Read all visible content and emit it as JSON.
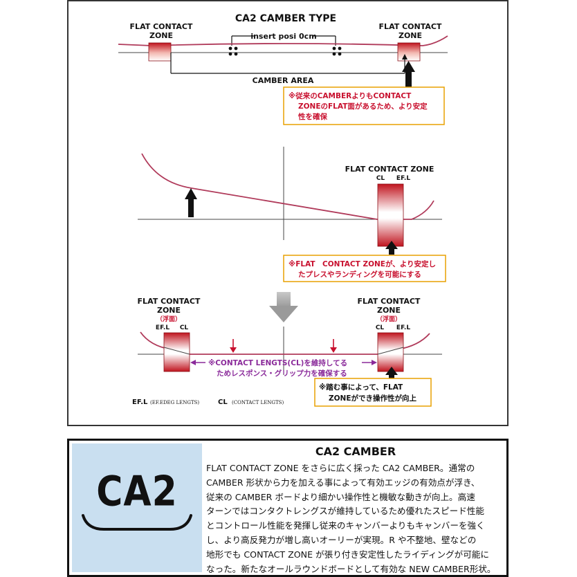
{
  "diagram": {
    "title": "CA2 CAMBER TYPE",
    "top": {
      "fcz_left": [
        "FLAT CONTACT",
        "ZONE"
      ],
      "fcz_right": [
        "FLAT CONTACT",
        "ZONE"
      ],
      "insert_label": "insert posi 0cm",
      "camber_area": "CAMBER AREA",
      "note": [
        "※従来のCAMBERよりもCONTACT",
        "ZONEのFLAT面があるため、より安定",
        "性を確保"
      ]
    },
    "middle": {
      "fcz_title": "FLAT CONTACT ZONE",
      "cl": "CL",
      "efl": "EF.L",
      "note": [
        "※FLAT　CONTACT ZONEが、より安定し",
        "たプレスやランディングを可能にする"
      ]
    },
    "bottom": {
      "fcz_left": [
        "FLAT CONTACT",
        "ZONE"
      ],
      "fcz_right": [
        "FLAT CONTACT",
        "ZONE"
      ],
      "float_left": "（浮面）",
      "float_right": "（浮面）",
      "efl_left": "EF.L",
      "cl_left": "CL",
      "cl_right": "CL",
      "efl_right": "EF.L",
      "cl_note": [
        "※CONTACT LENGTS(CL)を維持してる",
        "ためレスポンス・グリップ力を確保する"
      ],
      "note": [
        "※踏む事によって、FLAT",
        "ZONEができ操作性が向上"
      ]
    },
    "legend": {
      "efl_abbr": "EF.L",
      "efl_full": "(EF.EDEG LENGTS)",
      "cl_abbr": "CL",
      "cl_full": "(CONTACT LENGTS)"
    }
  },
  "info": {
    "logo": "CA2",
    "title": "CA2 CAMBER",
    "lines": [
      "FLAT CONTACT ZONE をさらに広く採った CA2 CAMBER。通常の",
      "CAMBER 形状から力を加える事によって有効エッジの有効点が浮き、",
      "従来の CAMBER ボードより細かい操作性と機敏な動きが向上。高速",
      "ターンではコンタクトレングスが維持しているため優れたスピード性能",
      "とコントロール性能を発揮し従来のキャンバーよりもキャンバーを強く",
      "し、より高反発力が増し高いオーリーが実現。R や不整地、壁などの",
      "地形でも CONTACT ZONE が張り付き安定性したライディングが可能に",
      "なった。新たなオールラウンドボードとして有効な NEW CAMBER形状。"
    ]
  },
  "colors": {
    "board_line": "#b03a5a",
    "note_text": "#c8102e",
    "note_border": "#e8a100",
    "block_dark": "#c0141e",
    "purple": "#8a2a9a",
    "logo_bg": "#c9dff0"
  }
}
